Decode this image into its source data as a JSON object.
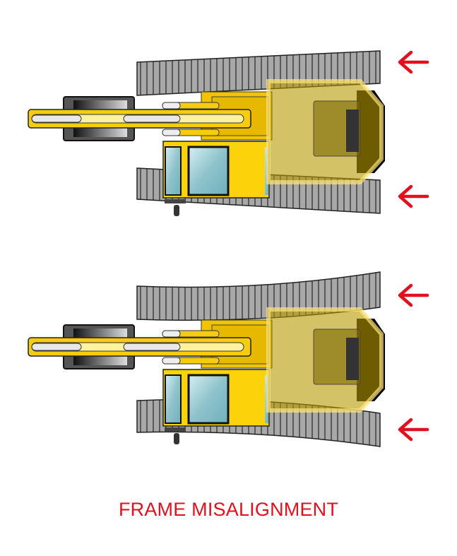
{
  "caption": "FRAME MISALIGNMENT",
  "colors": {
    "accent": "#e2101e",
    "body": "#fcd20a",
    "track": "#9a9a9a"
  },
  "panels": [
    {
      "name": "skewed-tracks"
    },
    {
      "name": "bent-tracks"
    }
  ],
  "icons": [
    "arrow-left-icon"
  ]
}
